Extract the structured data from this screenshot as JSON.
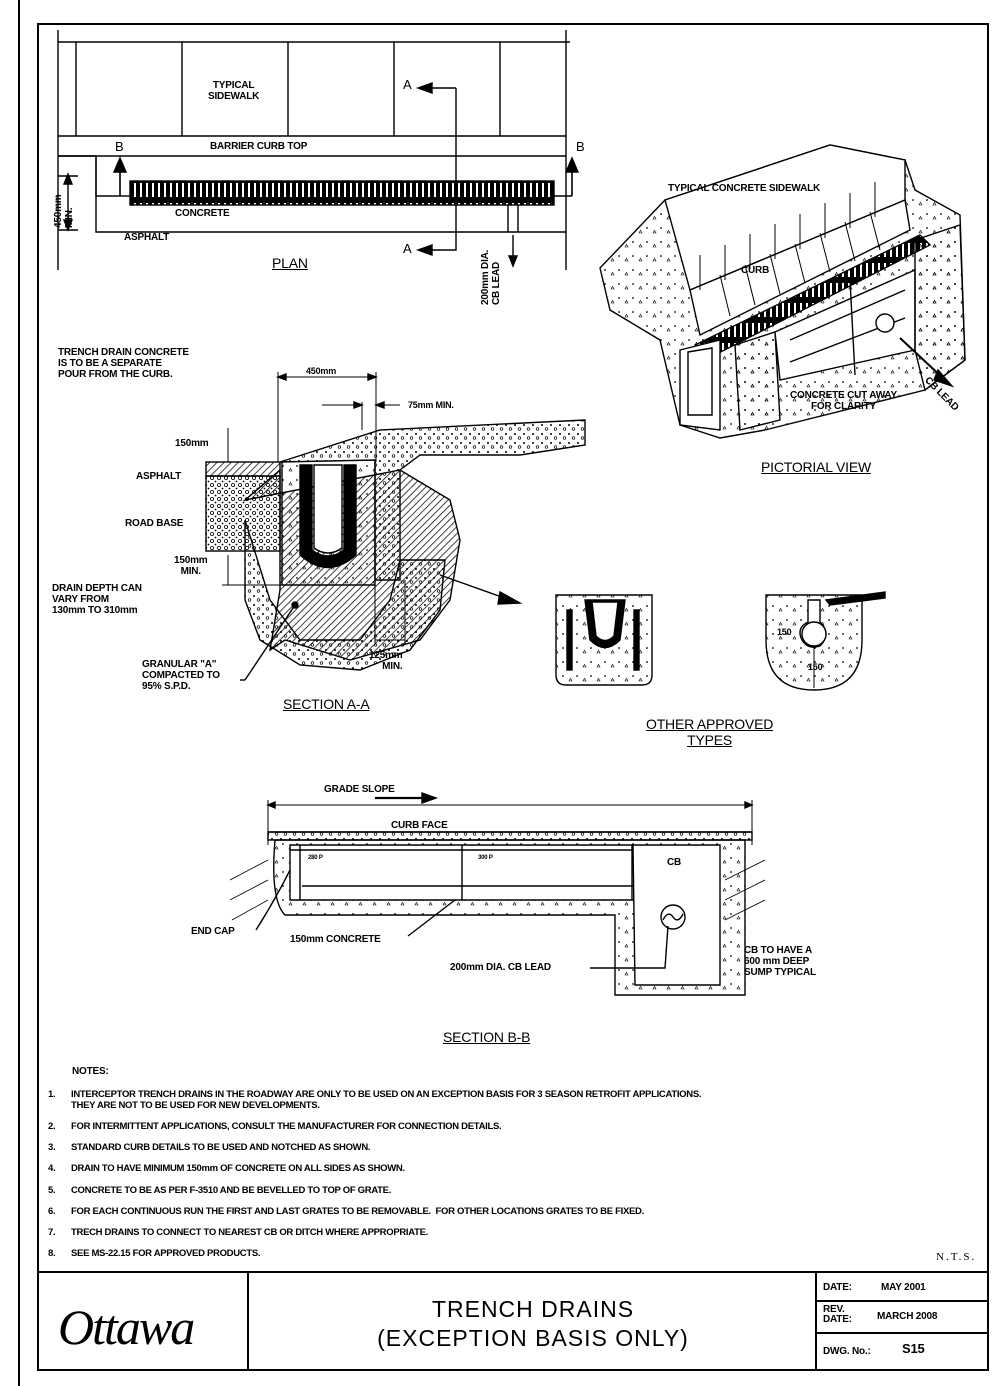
{
  "plan": {
    "sidewalk": "TYPICAL\nSIDEWALK",
    "barrier_curb": "BARRIER CURB TOP",
    "concrete": "CONCRETE",
    "asphalt": "ASPHALT",
    "dim_450": "450mm\nMIN.",
    "cb_lead": "200mm DIA.\nCB LEAD",
    "mark_a": "A",
    "mark_b": "B",
    "title": "PLAN"
  },
  "pictorial": {
    "sidewalk": "TYPICAL CONCRETE SIDEWALK",
    "curb": "CURB",
    "cut_away": "CONCRETE CUT AWAY\nFOR CLARITY",
    "cb_lead": "CB LEAD",
    "title": "PICTORIAL VIEW"
  },
  "section_aa": {
    "separate_pour": "TRENCH DRAIN CONCRETE\nIS TO BE A SEPARATE\nPOUR FROM THE CURB.",
    "dim_450": "450mm",
    "dim_75": "75mm MIN.",
    "dim_150": "150mm",
    "asphalt": "ASPHALT",
    "road_base": "ROAD BASE",
    "dim_150_min": "150mm\nMIN.",
    "drain_depth": "DRAIN DEPTH CAN\nVARY FROM\n130mm TO 310mm",
    "granular": "GRANULAR \"A\"\nCOMPACTED TO\n95% S.P.D.",
    "dim_125": "125mm\nMIN.",
    "title": "SECTION A-A"
  },
  "other_types": {
    "dim_a": "150",
    "dim_b": "150",
    "title": "OTHER APPROVED\nTYPES"
  },
  "section_bb": {
    "grade_slope": "GRADE SLOPE",
    "curb_face": "CURB FACE",
    "cb": "CB",
    "end_cap": "END CAP",
    "concrete": "150mm CONCRETE",
    "cb_lead": "200mm DIA. CB LEAD",
    "sump": "CB TO HAVE A\n600 mm DEEP\nSUMP TYPICAL",
    "label_p1": "280 P",
    "label_p2": "300 P",
    "title": "SECTION B-B"
  },
  "notes": {
    "heading": "NOTES:",
    "items": [
      {
        "num": "1.",
        "text": "INTERCEPTOR TRENCH DRAINS IN THE ROADWAY ARE ONLY TO BE USED ON AN EXCEPTION BASIS FOR 3 SEASON RETROFIT APPLICATIONS.\nTHEY ARE NOT TO BE USED FOR NEW DEVELOPMENTS."
      },
      {
        "num": "2.",
        "text": "FOR INTERMITTENT APPLICATIONS, CONSULT THE MANUFACTURER FOR CONNECTION DETAILS."
      },
      {
        "num": "3.",
        "text": "STANDARD CURB DETAILS TO BE USED AND NOTCHED AS SHOWN."
      },
      {
        "num": "4.",
        "text": "DRAIN TO HAVE MINIMUM 150mm OF CONCRETE ON ALL SIDES AS SHOWN."
      },
      {
        "num": "5.",
        "text": "CONCRETE TO BE AS PER F-3510 AND BE BEVELLED TO TOP OF GRATE."
      },
      {
        "num": "6.",
        "text": "FOR EACH CONTINUOUS RUN THE FIRST AND LAST GRATES TO BE REMOVABLE.  FOR OTHER LOCATIONS GRATES TO BE FIXED."
      },
      {
        "num": "7.",
        "text": "TRECH DRAINS TO CONNECT TO NEAREST CB OR DITCH WHERE APPROPRIATE."
      },
      {
        "num": "8.",
        "text": "SEE MS-22.15 FOR APPROVED PRODUCTS."
      }
    ],
    "scale": "N.T.S."
  },
  "title_block": {
    "logo": "Ottawa",
    "title_line1": "TRENCH DRAINS",
    "title_line2": "(EXCEPTION BASIS ONLY)",
    "date_label": "DATE:",
    "date_value": "MAY 2001",
    "rev_label": "REV.\nDATE:",
    "rev_value": "MARCH 2008",
    "dwg_label": "DWG. No.:",
    "dwg_value": "S15"
  }
}
